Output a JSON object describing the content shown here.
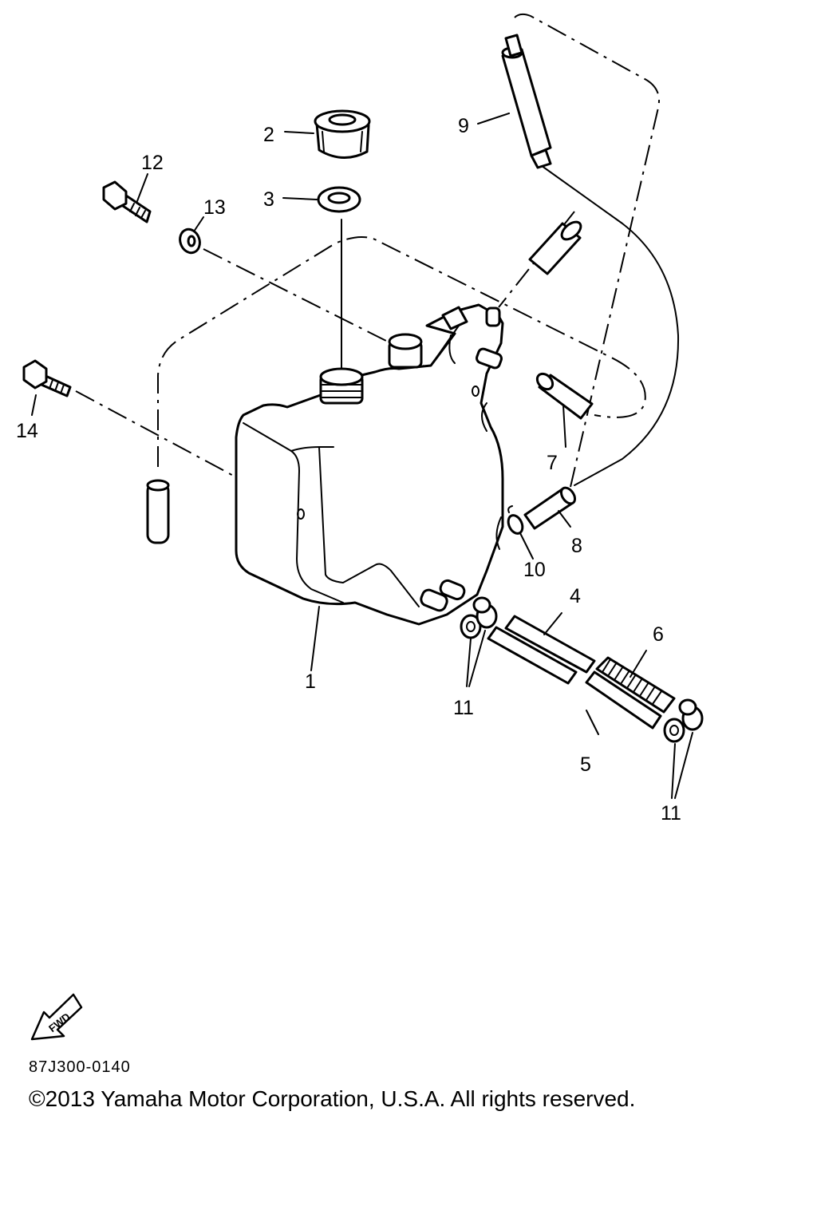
{
  "callouts": [
    {
      "id": "1",
      "label": "1"
    },
    {
      "id": "2",
      "label": "2"
    },
    {
      "id": "3",
      "label": "3"
    },
    {
      "id": "4",
      "label": "4"
    },
    {
      "id": "5",
      "label": "5"
    },
    {
      "id": "6",
      "label": "6"
    },
    {
      "id": "7",
      "label": "7"
    },
    {
      "id": "8",
      "label": "8"
    },
    {
      "id": "9",
      "label": "9"
    },
    {
      "id": "10",
      "label": "10"
    },
    {
      "id": "11a",
      "label": "11"
    },
    {
      "id": "11b",
      "label": "11"
    },
    {
      "id": "12",
      "label": "12"
    },
    {
      "id": "13",
      "label": "13"
    },
    {
      "id": "14",
      "label": "14"
    }
  ],
  "fwd_label": "FWD",
  "drawing_code": "87J300-0140",
  "copyright": "©2013 Yamaha Motor Corporation, U.S.A. All rights reserved."
}
